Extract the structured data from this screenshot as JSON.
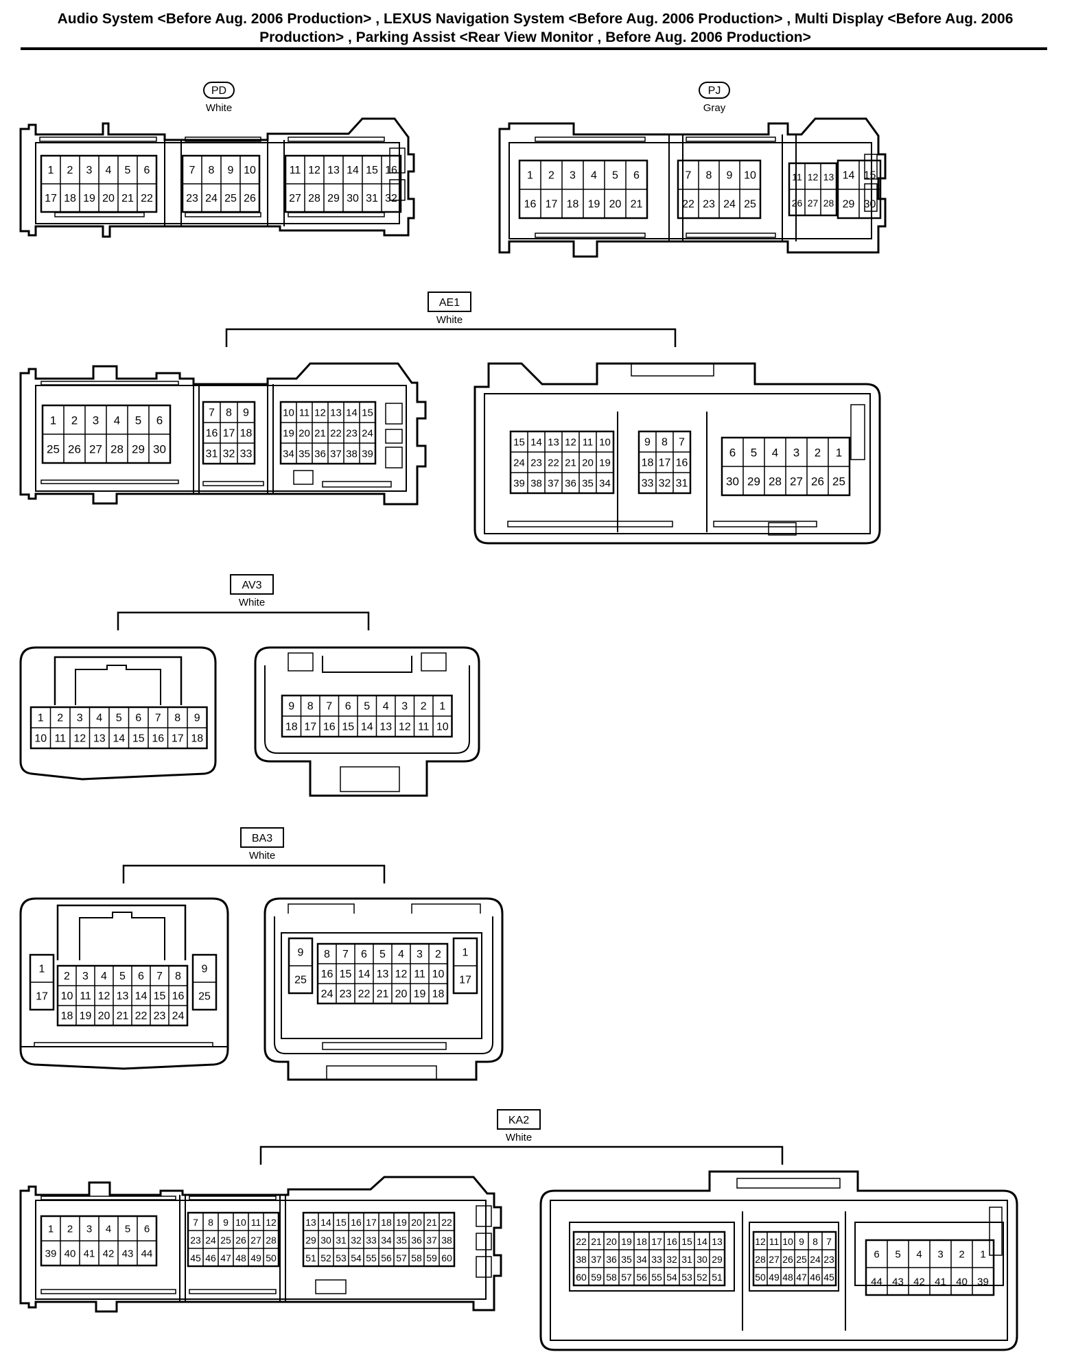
{
  "title": "Audio System <Before Aug. 2006 Production> , LEXUS Navigation System <Before Aug. 2006 Production> , Multi Display <Before Aug. 2006 Production> , Parking Assist <Rear View Monitor , Before Aug. 2006 Production>",
  "connectors": [
    {
      "code": "PD",
      "color": "White",
      "label_style": "pill",
      "housings": [
        {
          "blocks": [
            {
              "rows": [
                [
                  "1",
                  "2",
                  "3",
                  "4",
                  "5",
                  "6"
                ],
                [
                  "17",
                  "18",
                  "19",
                  "20",
                  "21",
                  "22"
                ]
              ]
            },
            {
              "rows": [
                [
                  "7",
                  "8",
                  "9",
                  "10"
                ],
                [
                  "23",
                  "24",
                  "25",
                  "26"
                ]
              ]
            },
            {
              "rows": [
                [
                  "11",
                  "12",
                  "13",
                  "14",
                  "15",
                  "16"
                ],
                [
                  "27",
                  "28",
                  "29",
                  "30",
                  "31",
                  "32"
                ]
              ]
            }
          ]
        }
      ]
    },
    {
      "code": "PJ",
      "color": "Gray",
      "label_style": "pill",
      "housings": [
        {
          "blocks": [
            {
              "rows": [
                [
                  "1",
                  "2",
                  "3",
                  "4",
                  "5",
                  "6"
                ],
                [
                  "16",
                  "17",
                  "18",
                  "19",
                  "20",
                  "21"
                ]
              ]
            },
            {
              "rows": [
                [
                  "7",
                  "8",
                  "9",
                  "10"
                ],
                [
                  "22",
                  "23",
                  "24",
                  "25"
                ]
              ]
            },
            {
              "rows": [
                [
                  "11",
                  "12",
                  "13"
                ],
                [
                  "26",
                  "27",
                  "28"
                ]
              ]
            },
            {
              "rows": [
                [
                  "14",
                  "15"
                ],
                [
                  "29",
                  "30"
                ]
              ]
            }
          ]
        }
      ]
    },
    {
      "code": "AE1",
      "color": "White",
      "label_style": "box",
      "housings": [
        {
          "blocks": [
            {
              "rows": [
                [
                  "1",
                  "2",
                  "3",
                  "4",
                  "5",
                  "6"
                ],
                [
                  "25",
                  "26",
                  "27",
                  "28",
                  "29",
                  "30"
                ]
              ]
            },
            {
              "rows": [
                [
                  "7",
                  "8",
                  "9"
                ],
                [
                  "16",
                  "17",
                  "18"
                ],
                [
                  "31",
                  "32",
                  "33"
                ]
              ]
            },
            {
              "rows": [
                [
                  "10",
                  "11",
                  "12",
                  "13",
                  "14",
                  "15"
                ],
                [
                  "19",
                  "20",
                  "21",
                  "22",
                  "23",
                  "24"
                ],
                [
                  "34",
                  "35",
                  "36",
                  "37",
                  "38",
                  "39"
                ]
              ]
            }
          ]
        },
        {
          "blocks": [
            {
              "rows": [
                [
                  "15",
                  "14",
                  "13",
                  "12",
                  "11",
                  "10"
                ],
                [
                  "24",
                  "23",
                  "22",
                  "21",
                  "20",
                  "19"
                ],
                [
                  "39",
                  "38",
                  "37",
                  "36",
                  "35",
                  "34"
                ]
              ]
            },
            {
              "rows": [
                [
                  "9",
                  "8",
                  "7"
                ],
                [
                  "18",
                  "17",
                  "16"
                ],
                [
                  "33",
                  "32",
                  "31"
                ]
              ]
            },
            {
              "rows": [
                [
                  "6",
                  "5",
                  "4",
                  "3",
                  "2",
                  "1"
                ],
                [
                  "30",
                  "29",
                  "28",
                  "27",
                  "26",
                  "25"
                ]
              ]
            }
          ]
        }
      ]
    },
    {
      "code": "AV3",
      "color": "White",
      "label_style": "box",
      "housings": [
        {
          "blocks": [
            {
              "rows": [
                [
                  "1",
                  "2",
                  "3",
                  "4",
                  "5",
                  "6",
                  "7",
                  "8",
                  "9"
                ],
                [
                  "10",
                  "11",
                  "12",
                  "13",
                  "14",
                  "15",
                  "16",
                  "17",
                  "18"
                ]
              ]
            }
          ]
        },
        {
          "blocks": [
            {
              "rows": [
                [
                  "9",
                  "8",
                  "7",
                  "6",
                  "5",
                  "4",
                  "3",
                  "2",
                  "1"
                ],
                [
                  "18",
                  "17",
                  "16",
                  "15",
                  "14",
                  "13",
                  "12",
                  "11",
                  "10"
                ]
              ]
            }
          ]
        }
      ]
    },
    {
      "code": "BA3",
      "color": "White",
      "label_style": "box",
      "housings": [
        {
          "blocks": [
            {
              "rows": [
                [
                  "1"
                ],
                [
                  "17"
                ]
              ]
            },
            {
              "rows": [
                [
                  "2",
                  "3",
                  "4",
                  "5",
                  "6",
                  "7",
                  "8"
                ],
                [
                  "10",
                  "11",
                  "12",
                  "13",
                  "14",
                  "15",
                  "16"
                ],
                [
                  "18",
                  "19",
                  "20",
                  "21",
                  "22",
                  "23",
                  "24"
                ]
              ]
            },
            {
              "rows": [
                [
                  "9"
                ],
                [
                  "25"
                ]
              ]
            }
          ]
        },
        {
          "blocks": [
            {
              "rows": [
                [
                  "9"
                ],
                [
                  "25"
                ]
              ]
            },
            {
              "rows": [
                [
                  "8",
                  "7",
                  "6",
                  "5",
                  "4",
                  "3",
                  "2"
                ],
                [
                  "16",
                  "15",
                  "14",
                  "13",
                  "12",
                  "11",
                  "10"
                ],
                [
                  "24",
                  "23",
                  "22",
                  "21",
                  "20",
                  "19",
                  "18"
                ]
              ]
            },
            {
              "rows": [
                [
                  "1"
                ],
                [
                  "17"
                ]
              ]
            }
          ]
        }
      ]
    },
    {
      "code": "KA2",
      "color": "White",
      "label_style": "box",
      "housings": [
        {
          "blocks": [
            {
              "rows": [
                [
                  "1",
                  "2",
                  "3",
                  "4",
                  "5",
                  "6"
                ],
                [
                  "39",
                  "40",
                  "41",
                  "42",
                  "43",
                  "44"
                ]
              ]
            },
            {
              "rows": [
                [
                  "7",
                  "8",
                  "9",
                  "10",
                  "11",
                  "12"
                ],
                [
                  "23",
                  "24",
                  "25",
                  "26",
                  "27",
                  "28"
                ],
                [
                  "45",
                  "46",
                  "47",
                  "48",
                  "49",
                  "50"
                ]
              ]
            },
            {
              "rows": [
                [
                  "13",
                  "14",
                  "15",
                  "16",
                  "17",
                  "18",
                  "19",
                  "20",
                  "21",
                  "22"
                ],
                [
                  "29",
                  "30",
                  "31",
                  "32",
                  "33",
                  "34",
                  "35",
                  "36",
                  "37",
                  "38"
                ],
                [
                  "51",
                  "52",
                  "53",
                  "54",
                  "55",
                  "56",
                  "57",
                  "58",
                  "59",
                  "60"
                ]
              ]
            }
          ]
        },
        {
          "blocks": [
            {
              "rows": [
                [
                  "22",
                  "21",
                  "20",
                  "19",
                  "18",
                  "17",
                  "16",
                  "15",
                  "14",
                  "13"
                ],
                [
                  "38",
                  "37",
                  "36",
                  "35",
                  "34",
                  "33",
                  "32",
                  "31",
                  "30",
                  "29"
                ],
                [
                  "60",
                  "59",
                  "58",
                  "57",
                  "56",
                  "55",
                  "54",
                  "53",
                  "52",
                  "51"
                ]
              ]
            },
            {
              "rows": [
                [
                  "12",
                  "11",
                  "10",
                  "9",
                  "8",
                  "7"
                ],
                [
                  "28",
                  "27",
                  "26",
                  "25",
                  "24",
                  "23"
                ],
                [
                  "50",
                  "49",
                  "48",
                  "47",
                  "46",
                  "45"
                ]
              ]
            },
            {
              "rows": [
                [
                  "6",
                  "5",
                  "4",
                  "3",
                  "2",
                  "1"
                ],
                [
                  "44",
                  "43",
                  "42",
                  "41",
                  "40",
                  "39"
                ]
              ]
            }
          ]
        }
      ]
    }
  ]
}
